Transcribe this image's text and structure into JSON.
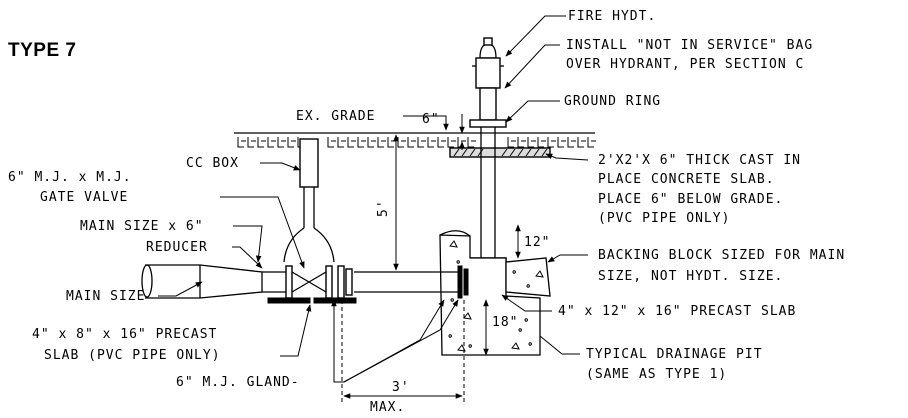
{
  "title": "TYPE 7",
  "labels": {
    "fire_hydrant": "FIRE HYDT.",
    "bag_line1": "INSTALL \"NOT IN SERVICE\" BAG",
    "bag_line2": "OVER HYDRANT, PER SECTION C",
    "ground_ring": "GROUND RING",
    "ex_grade": "EX. GRADE",
    "dim_6in": "6\"",
    "slab_line1": "2'X2'X 6\" THICK CAST IN",
    "slab_line2": "PLACE CONCRETE SLAB.",
    "slab_line3": "PLACE 6\" BELOW GRADE.",
    "slab_line4": "(PVC PIPE ONLY)",
    "cc_box": "CC BOX",
    "gate_valve_line1": "6\" M.J. x M.J.",
    "gate_valve_line2": "GATE VALVE",
    "reducer_line1": "MAIN SIZE x 6\"",
    "reducer_line2": "REDUCER",
    "dim_5ft": "5'",
    "dim_12in": "12\"",
    "backing_line1": "BACKING BLOCK SIZED FOR MAIN",
    "backing_line2": "SIZE, NOT HYDT. SIZE.",
    "main_size": "MAIN SIZE",
    "precast_4x12": "4\" x 12\" x 16\" PRECAST SLAB",
    "precast_4x8_line1": "4\" x 8\" x 16\" PRECAST",
    "precast_4x8_line2": "SLAB (PVC PIPE ONLY)",
    "dim_18in": "18\"",
    "drainage_line1": "TYPICAL DRAINAGE PIT",
    "drainage_line2": "(SAME AS TYPE 1)",
    "gland": "6\" M.J. GLAND-",
    "dim_3ft": "3'",
    "max": "MAX."
  }
}
